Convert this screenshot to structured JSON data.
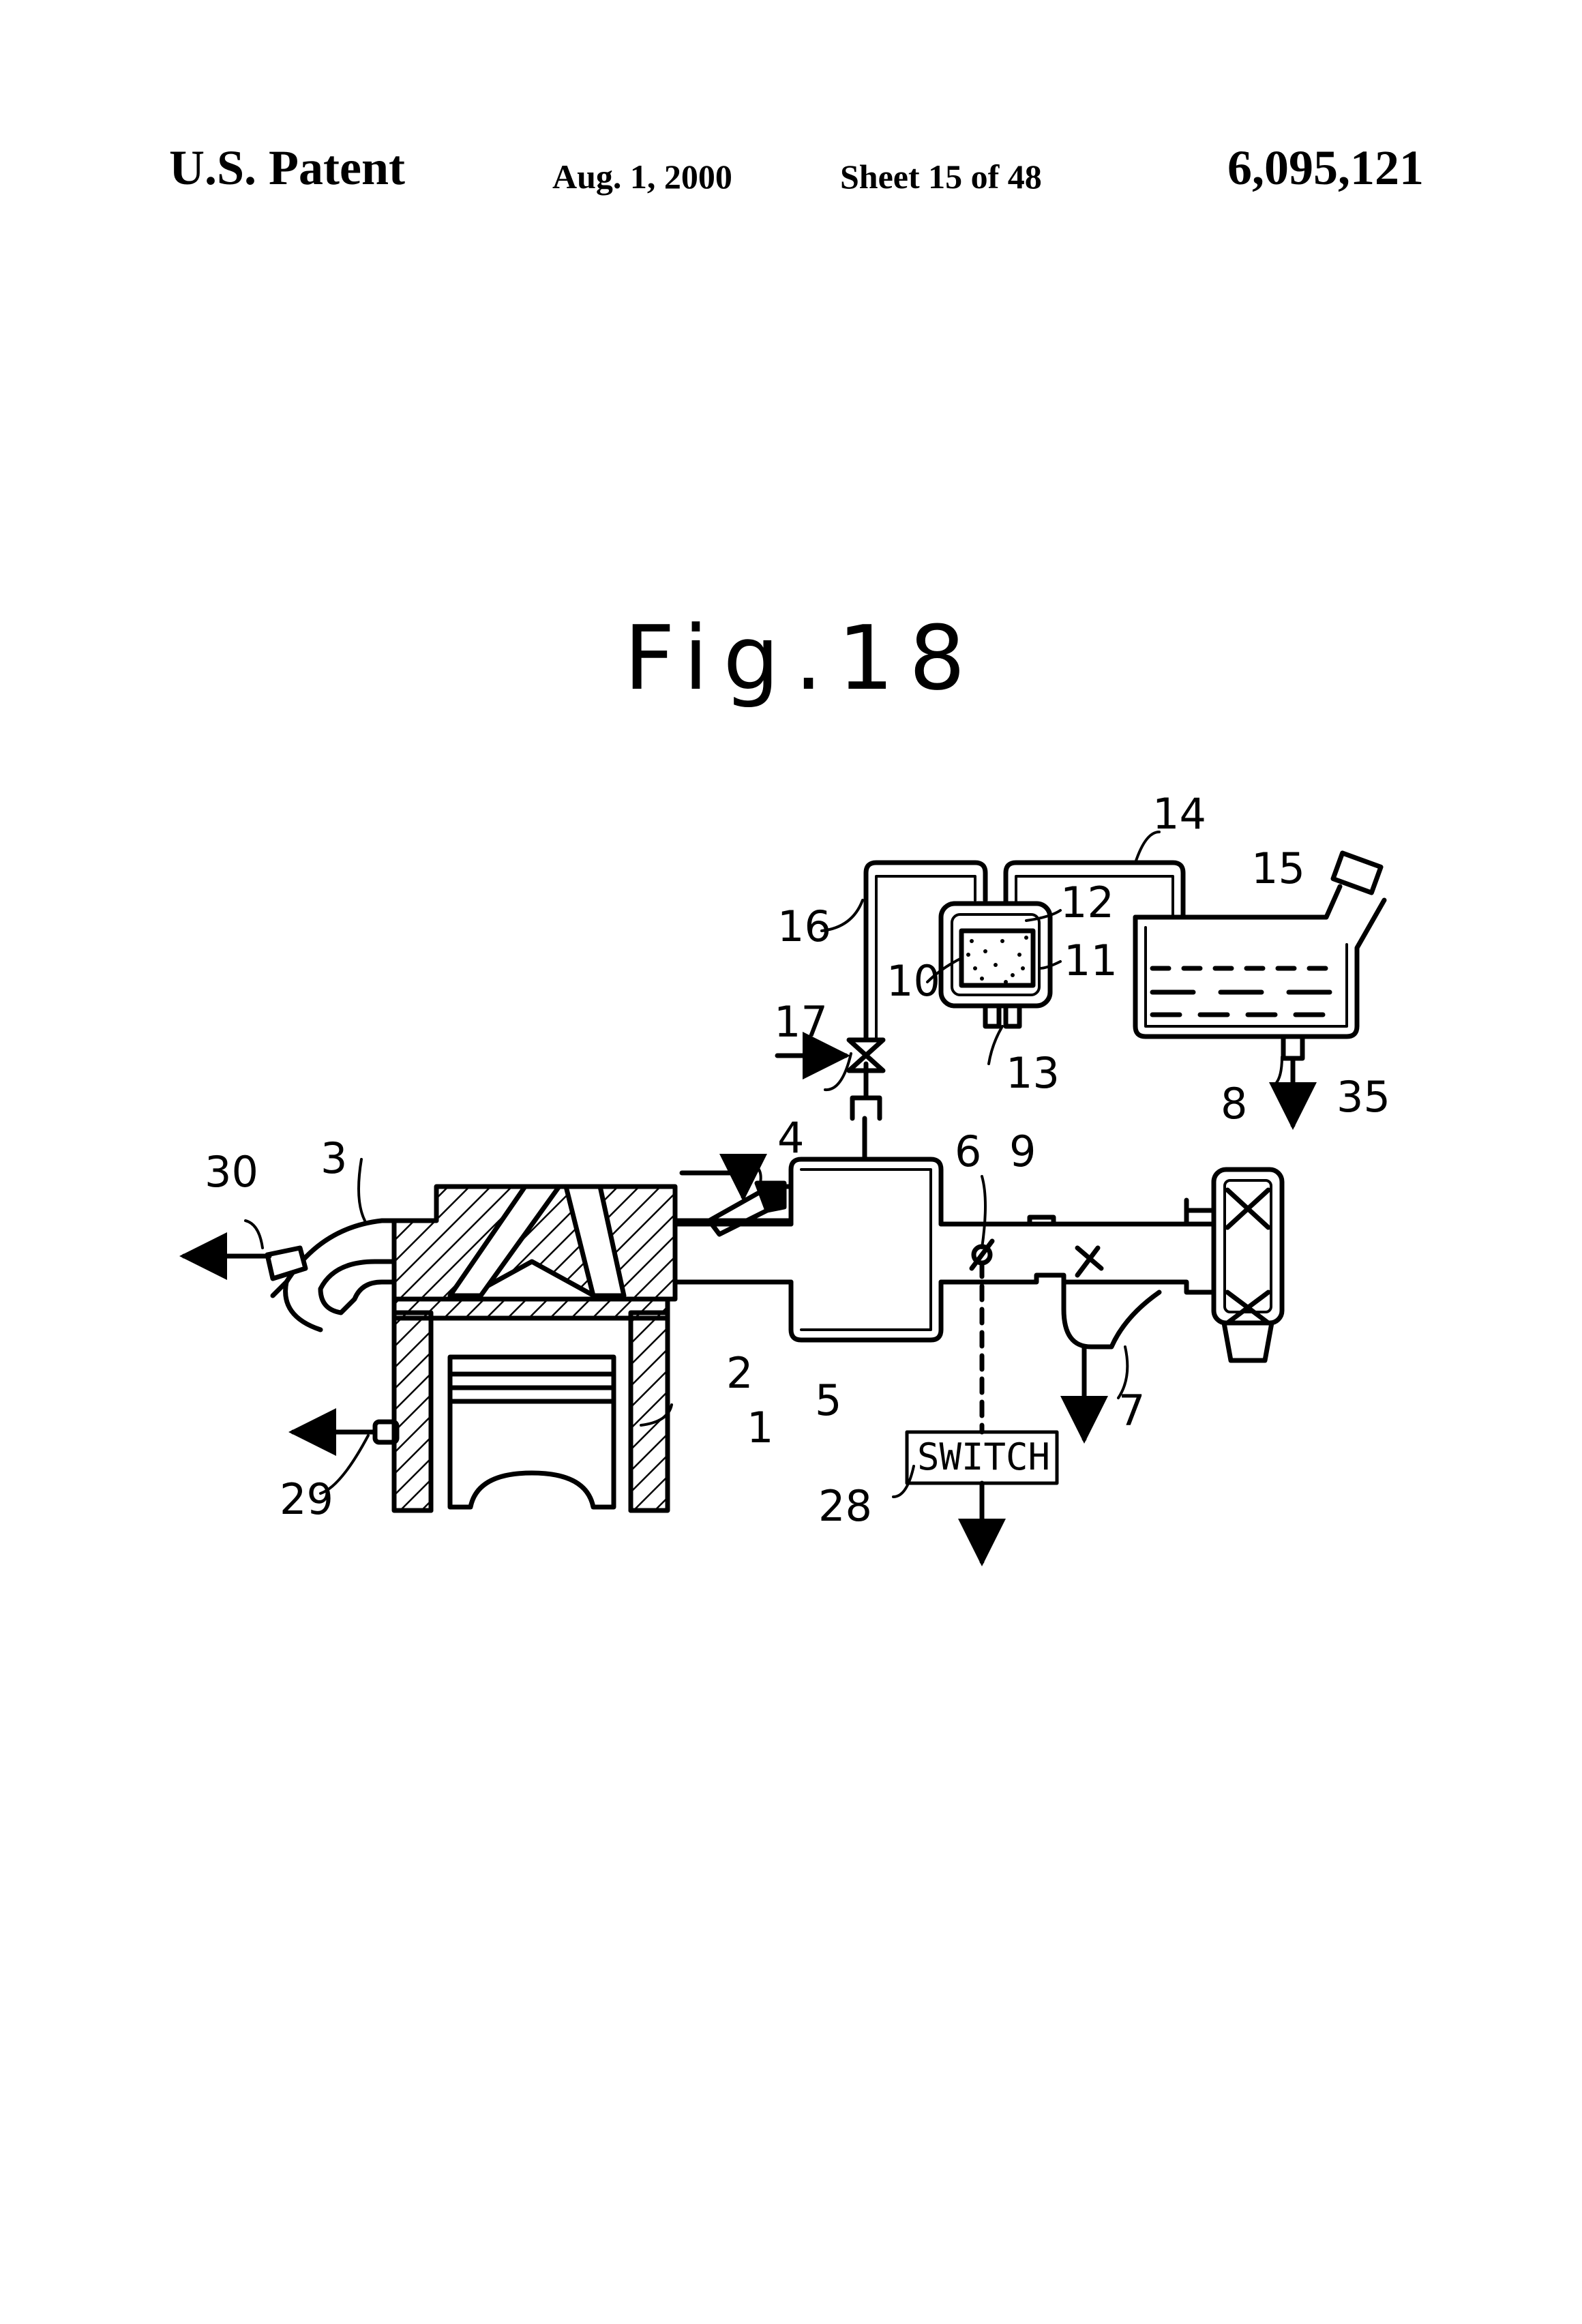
{
  "header": {
    "left": "U.S. Patent",
    "date": "Aug. 1, 2000",
    "sheet": "Sheet 15 of 48",
    "number": "6,095,121"
  },
  "figure": {
    "title": "Fig.18",
    "switch_text": "SWITCH",
    "labels": {
      "l1": "1",
      "l2": "2",
      "l3": "3",
      "l4": "4",
      "l5": "5",
      "l6": "6",
      "l7": "7",
      "l8": "8",
      "l9": "9",
      "l10": "10",
      "l11": "11",
      "l12": "12",
      "l13": "13",
      "l14": "14",
      "l15": "15",
      "l16": "16",
      "l17": "17",
      "l28": "28",
      "l29": "29",
      "l30": "30",
      "l35": "35"
    }
  }
}
